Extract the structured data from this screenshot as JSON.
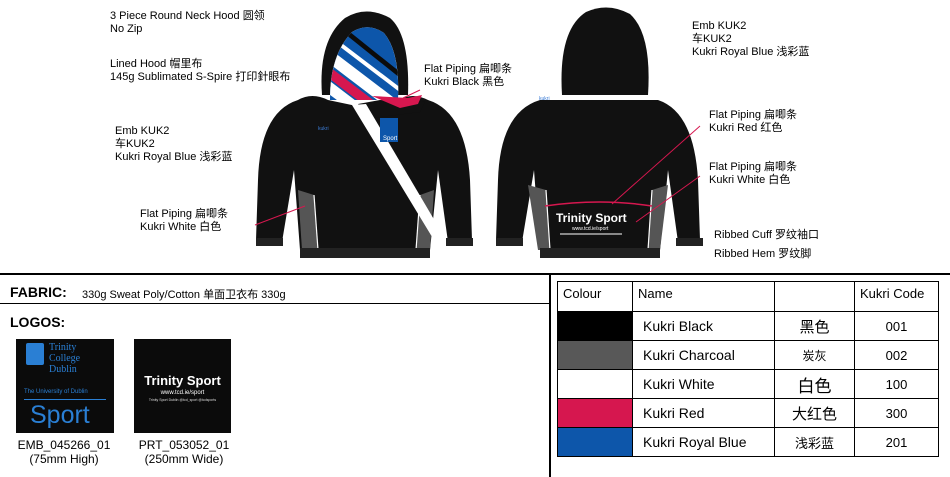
{
  "annotations": {
    "neck": [
      "3 Piece Round Neck Hood    圆领",
      "No Zip"
    ],
    "lined_hood": [
      "Lined Hood    帽里布",
      "145g Sublimated S-Spire  打印針眼布"
    ],
    "emb_front": [
      "Emb KUK2",
      "车KUK2",
      "Kukri Royal Blue    浅彩蓝"
    ],
    "piping_black": [
      "Flat Piping   扁唧条",
      "Kukri Black   黑色"
    ],
    "piping_white_front": [
      "Flat Piping    扁唧条",
      "Kukri White   白色"
    ],
    "emb_back": [
      "Emb KUK2",
      "车KUK2",
      "Kukri Royal Blue    浅彩蓝"
    ],
    "piping_red": [
      "Flat Piping    扁唧条",
      "Kukri Red   红色"
    ],
    "piping_white_back": [
      "Flat Piping    扁唧条",
      "Kukri White   白色"
    ],
    "ribbed_cuff": "Ribbed Cuff  罗纹袖口",
    "ribbed_hem": "Ribbed Hem    罗纹脚"
  },
  "garment_text": {
    "back_print_title": "Trinity Sport",
    "back_print_url": "www.tcd.ie/sport",
    "chest_badge": "Sport",
    "kukri_mark": "kukri"
  },
  "fabric": {
    "label": "FABRIC:",
    "value": "330g Sweat Poly/Cotton 单面卫衣布 330g"
  },
  "logos": {
    "label": "LOGOS:",
    "items": [
      {
        "college_lines": [
          "Trinity",
          "College",
          "Dublin"
        ],
        "university": "The University of Dublin",
        "sport": "Sport",
        "code": "EMB_045266_01",
        "size": "(75mm High)"
      },
      {
        "title": "Trinity Sport",
        "url": "www.tcd.ie/sport",
        "social": "Trinity Sport Dublin   @tcd_sport   @tcdsports",
        "code": "PRT_053052_01",
        "size": "(250mm Wide)"
      }
    ]
  },
  "colour_table": {
    "headers": [
      "Colour",
      "Name",
      "",
      "Kukri Code"
    ],
    "rows": [
      {
        "swatch": "#000000",
        "name": "Kukri Black",
        "cn": "黑色",
        "code": "001"
      },
      {
        "swatch": "#585858",
        "name": "Kukri Charcoal",
        "cn": "炭灰",
        "code": "002"
      },
      {
        "swatch": "#ffffff",
        "name": "Kukri White",
        "cn": "白色",
        "code": "100"
      },
      {
        "swatch": "#d6174f",
        "name": "Kukri Red",
        "cn": "大红色",
        "code": "300"
      },
      {
        "swatch": "#0d56aa",
        "name": "Kukri Royal Blue",
        "cn": "浅彩蓝",
        "code": "201"
      }
    ]
  }
}
